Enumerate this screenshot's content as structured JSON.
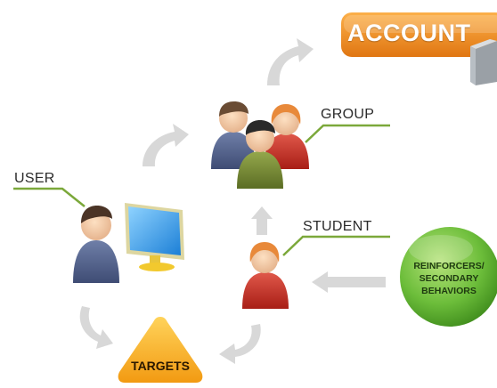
{
  "nodes": {
    "account": {
      "label": "ACCOUNT"
    },
    "group": {
      "label": "GROUP"
    },
    "user": {
      "label": "USER"
    },
    "student": {
      "label": "STUDENT"
    },
    "reinforcers": {
      "lines": [
        "REINFORCERS/",
        "SECONDARY",
        "BEHAVIORS"
      ]
    },
    "targets": {
      "label": "TARGETS"
    }
  },
  "colors": {
    "account_orange": "#f08a1f",
    "reinforcers_green": "#6cbd3a",
    "targets_yellow": "#f7b11f",
    "connector_green": "#7ba83a",
    "arrow_gray": "#d8d8d8"
  },
  "icons": [
    "person-icon",
    "computer-monitor-icon",
    "server-icon"
  ]
}
